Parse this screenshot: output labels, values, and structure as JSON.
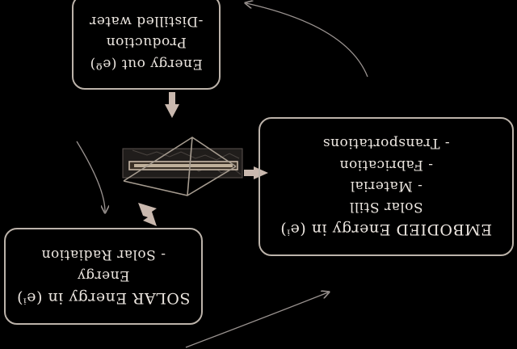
{
  "diagram": {
    "orientation": "rotated-180",
    "colors": {
      "background": "#000000",
      "border": "#bcb3aa",
      "text": "#ece6e0",
      "arrow_fill": "#c9b8ae",
      "cycle_line": "#9a9390"
    },
    "energy_out": {
      "title": "Energy out (eº)",
      "line2": "Production",
      "line3": "-Distilled water"
    },
    "embodied": {
      "title": "EMBODIED Energy in (eⁱ)",
      "line2": "Solar Still",
      "line3": "- Material",
      "line4": "- Fabrication",
      "line5": "- Transportations"
    },
    "solar": {
      "title": "SOLAR Energy in (eⁱ)",
      "line2": "Energy",
      "line3": "- Solar Radiation"
    },
    "device": {
      "icon": "solar-still-icon"
    }
  }
}
